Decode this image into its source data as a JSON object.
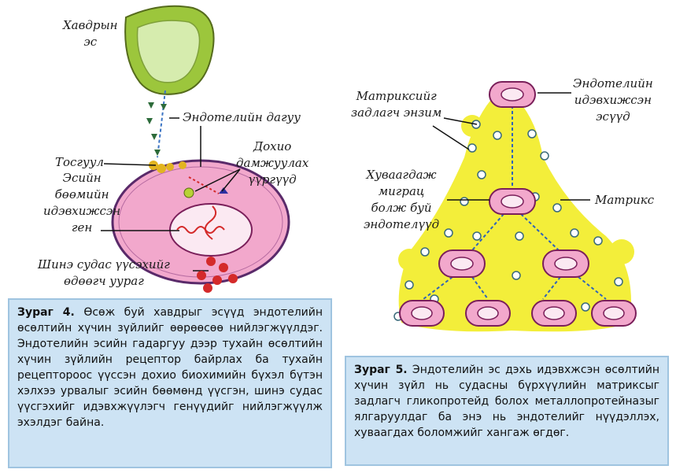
{
  "figure4": {
    "labels": {
      "tumor_cell": [
        "Хавдрын",
        "эс"
      ],
      "endothelial_along": "Эндотелийн дагуу",
      "receptor": "Тосгуул",
      "signal": [
        "Дохио",
        "дамжуулах",
        "үүргүүд"
      ],
      "gene": [
        "Эсийн",
        "бөөмийн",
        "идэвхижсэн",
        "ген"
      ],
      "protein": [
        "Шинэ судас үүсэхийг",
        "өдөөгч уураг"
      ]
    },
    "caption": {
      "title": "Зураг 4.",
      "text": "Өсөж буй хавдрыг эсүүд эндотелийн өсөлтийн хүчин зүйлийг өөрөөсөө нийлэгжүүлдэг. Эндотелийн эсийн гадаргуу дээр тухайн өсөлтийн хүчин зүйлийн рецептор байрлах ба тухайн рецептороос үүссэн дохио биохимийн бүхэл бүтэн хэлхээ урвалыг эсийн бөөмөнд үүсгэн, шинэ судас үүсгэхийг идэвхжүүлэгч генүүдийг нийлэгжүүлж эхэлдэг байна."
    }
  },
  "figure5": {
    "labels": {
      "enzyme": [
        "Матриксийг",
        "задлагч энзим"
      ],
      "active_cells": [
        "Эндотелийн",
        "идэвхижсэн",
        "эсүүд"
      ],
      "migrating": [
        "Хуваагдаж",
        "миграц",
        "болж буй",
        "эндотелүүд"
      ],
      "matrix": "Матрикс"
    },
    "caption": {
      "title": "Зураг 5.",
      "text": "Эндотелийн эс дэхь идэвхжсэн өсөлтийн хүчин зүйл нь судасны бүрхүүлийн матриксыг задлагч гликопротейд болох металлопротейназыг ялгаруулдаг ба энэ нь эндотелийг нүүдэллэх, хуваагдах боломжийг хангаж өгдөг."
    }
  },
  "colors": {
    "tumor_outer": "#9cc63c",
    "cell_pink": "#f2a8cc",
    "cell_outline": "#7a1f5a",
    "matrix_yellow": "#f3ee3a",
    "caption_bg": "#cde3f4",
    "red_protein": "#d42a2a"
  }
}
